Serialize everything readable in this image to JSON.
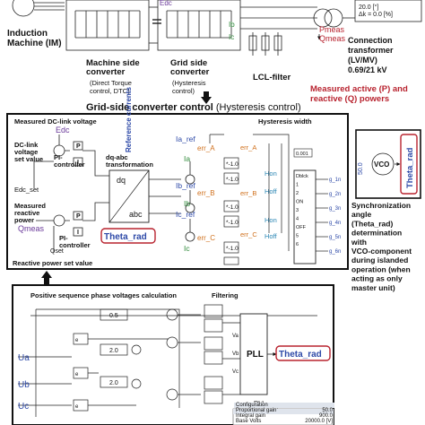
{
  "top": {
    "induction_machine": "Induction\nMachine (IM)",
    "machine_side_converter": "Machine side\nconverter",
    "mside_ctrl": "(Direct Torque\ncontrol, DTC)",
    "grid_side_converter": "Grid side\nconverter",
    "gside_ctrl": "(Hysteresis\ncontrol)",
    "lcl_filter": "LCL-filter",
    "connection_transformer": "Connection\ntransformer\n(LV/MV)\n0.69/21 kV",
    "p_meas": "Pmeas",
    "q_meas": "Qmeas",
    "measured_powers": "Measured active (P) and\nreactive (Q) powers",
    "edc": "Edc",
    "ib": "Ib",
    "ic": "Ic",
    "transformer_data": "20.0 [°]\nΔk = 0.0 [%]"
  },
  "gsc": {
    "title_bold": "Grid-side converter control",
    "title_normal": "(Hysteresis control)",
    "dc_voltage_label": "Measured DC-link voltage",
    "edc": "Edc",
    "dc_set_label": "DC-link\nvoltage\nset value",
    "edc_set": "Edc_set",
    "pi_ctrl": "PI-\ncontroller",
    "p_block": "P",
    "i_block": "I",
    "dq_abc": "dq-abc\ntransformation",
    "dq": "dq",
    "abc": "abc",
    "ref_currents": "Reference\ncurrents",
    "hyst_width": "Hysteresis width",
    "ia_ref": "Ia_ref",
    "ib_ref": "Ib_ref",
    "ic_ref": "Ic_ref",
    "ia": "Ia",
    "ib": "Ib",
    "ic": "Ic",
    "err_a": "err_A",
    "err_b": "err_B",
    "err_c": "err_C",
    "gain": "*\n-1.0",
    "hon": "Hon",
    "hoff": "Hoff",
    "meas_reactive": "Measured\nreactive\npower",
    "q_meas": "Qmeas",
    "pi_ctrl2": "PI-\ncontroller",
    "theta": "Theta_rad",
    "q_set_label": "Reactive power set value",
    "q_set": "Qset",
    "dblck": "Dblck\n1\n2\nON\n3\n4\nOFF\n5\n6",
    "hyst_val": "0.001",
    "pulse_labels": [
      "g_1n",
      "g_2n",
      "g_3n",
      "g_4n",
      "g_5n",
      "g_6n"
    ]
  },
  "vco": {
    "label": "VCO",
    "value": "50.0",
    "theta": "Theta_rad",
    "desc": "Synchronization\nangle\n(Theta_rad)\ndetermination\nwith\nVCO-component\nduring islanded\noperation (when\nacting  as only\nmaster unit)"
  },
  "pll": {
    "seq_title": "Positive sequence phase voltages calculation",
    "filtering": "Filtering",
    "ua": "Ua",
    "ub": "Ub",
    "uc": "Uc",
    "gain1": "0.5",
    "gain2": "2.0",
    "pll": "PLL",
    "theta": "Theta_rad",
    "params_label": "PLL\nparameters",
    "va": "Va",
    "vb": "Vb",
    "vc": "Vc",
    "config_title": "Configuration",
    "config_rows": [
      {
        "k": "Proportional gain",
        "v": "50.0"
      },
      {
        "k": "Integral gain",
        "v": "900.0"
      },
      {
        "k": "Base Volts",
        "v": "20000.0 [V]"
      }
    ]
  }
}
